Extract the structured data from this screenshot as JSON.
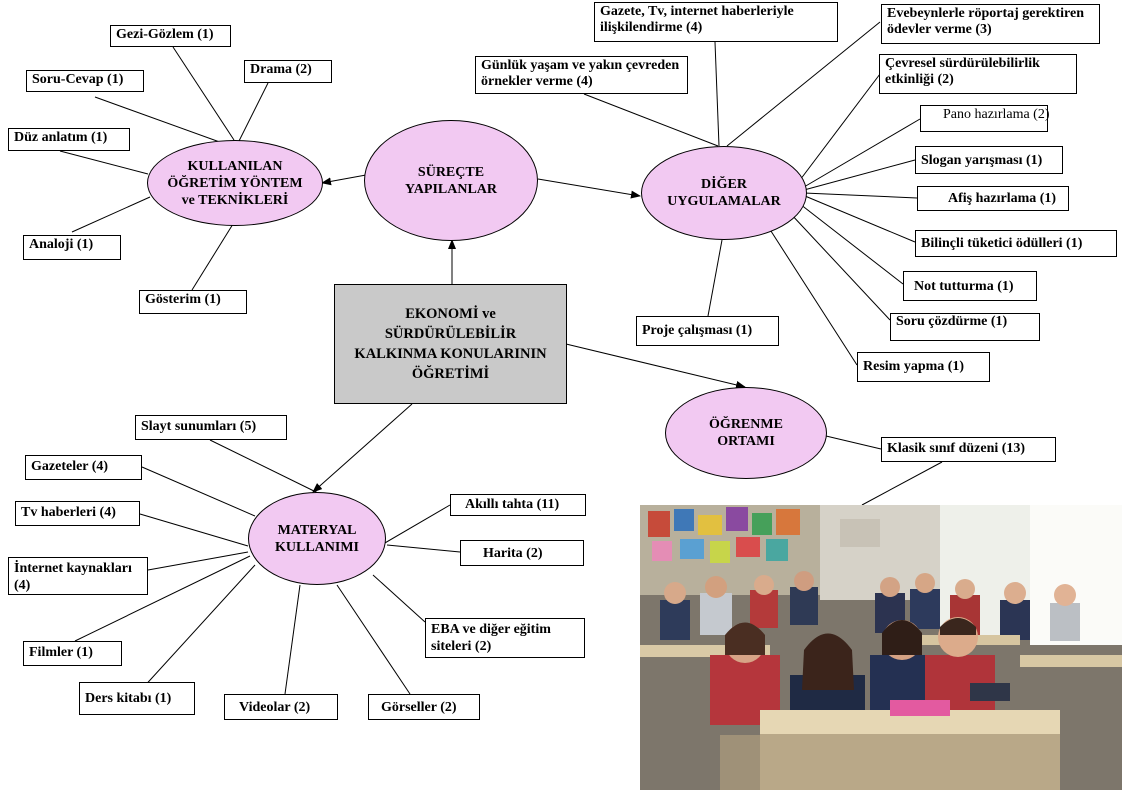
{
  "center_topic": "EKONOMİ ve SÜRDÜRÜLEBİLİR KALKINMA KONULARININ ÖĞRETİMİ",
  "hubs": {
    "methods": "KULLANILAN ÖĞRETİM YÖNTEM ve TEKNİKLERİ",
    "process": "SÜREÇTE YAPILANLAR",
    "other": "DİĞER UYGULAMALAR",
    "environment": "ÖĞRENME ORTAMI",
    "materials": "MATERYAL KULLANIMI"
  },
  "methods_items": {
    "gezi": "Gezi-Gözlem (1)",
    "soru": "Soru-Cevap (1)",
    "drama": "Drama (2)",
    "duz": "Düz anlatım (1)",
    "analoji": "Analoji (1)",
    "gosterim": "Gösterim (1)"
  },
  "other_items": {
    "gazete": "Gazete, Tv, internet haberleriyle ilişkilendirme (4)",
    "evebeyn": "Evebeynlerle röportaj gerektiren ödevler verme (3)",
    "gunluk": "Günlük yaşam ve yakın çevreden örnekler verme (4)",
    "cevresel": "Çevresel sürdürülebilirlik etkinliği (2)",
    "pano": "Pano hazırlama (2)",
    "slogan": "Slogan yarışması (1)",
    "afis": "Afiş hazırlama (1)",
    "bilincli": "Bilinçli tüketici ödülleri (1)",
    "not": "Not tutturma (1)",
    "soru_cozdurme": "Soru çözdürme (1)",
    "resim": "Resim yapma (1)",
    "proje": "Proje çalışması (1)"
  },
  "environment_items": {
    "klasik": "Klasik sınıf düzeni (13)"
  },
  "materials_items": {
    "slayt": "Slayt sunumları (5)",
    "gazeteler": "Gazeteler (4)",
    "tv": "Tv haberleri (4)",
    "internet": "İnternet kaynakları (4)",
    "filmler": "Filmler (1)",
    "ders": "Ders kitabı (1)",
    "videolar": "Videolar (2)",
    "gorseller": "Görseller (2)",
    "akilli": "Akıllı tahta (11)",
    "harita": "Harita (2)",
    "eba": "EBA ve diğer eğitim siteleri (2)"
  }
}
